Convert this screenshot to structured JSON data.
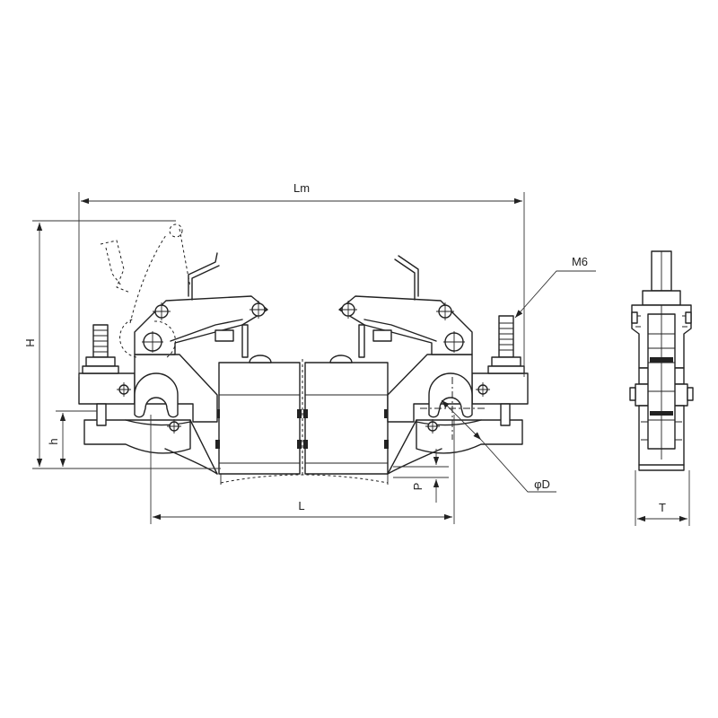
{
  "dimensions": {
    "lm": "Lm",
    "h_total": "H",
    "h_small": "h",
    "length": "L",
    "pitch": "P",
    "diameter": "φD",
    "bolt": "M6",
    "thickness": "T"
  }
}
